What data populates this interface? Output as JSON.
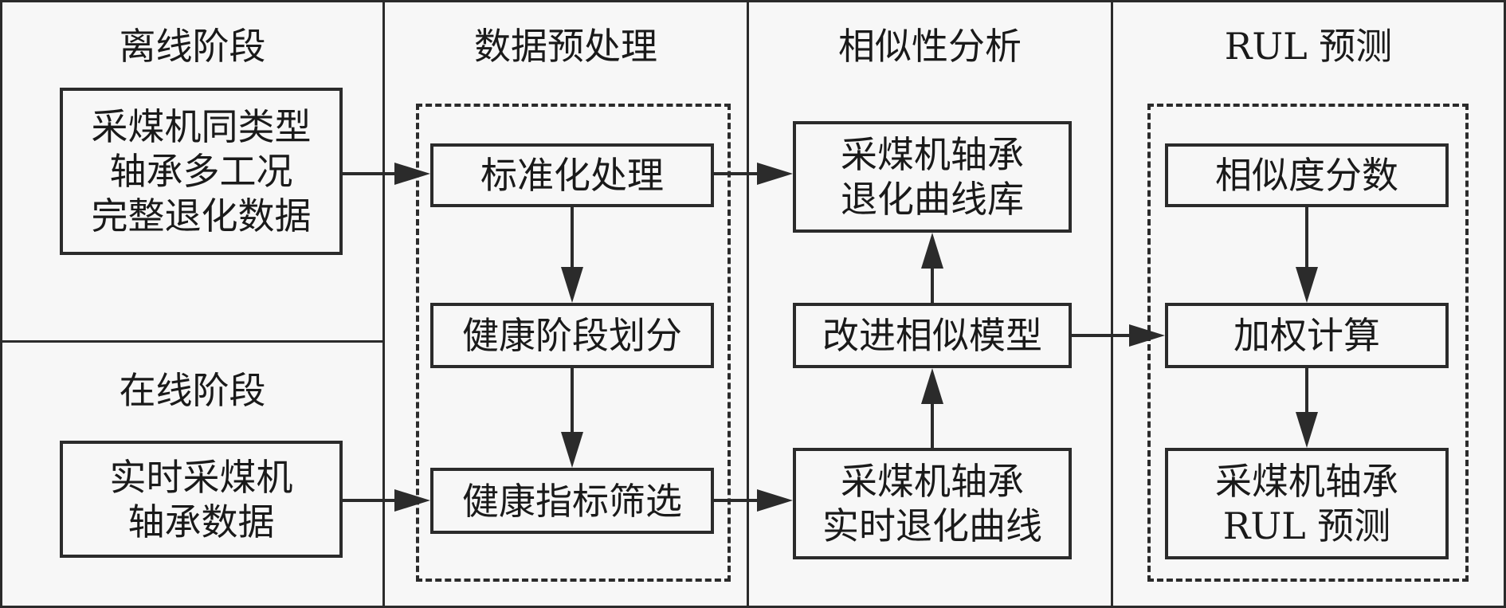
{
  "columns": {
    "offline": "离线阶段",
    "online": "在线阶段",
    "preprocess": "数据预处理",
    "similarity": "相似性分析",
    "rul": "RUL 预测"
  },
  "boxes": {
    "offline_data": "采煤机同类型\n轴承多工况\n完整退化数据",
    "online_data": "实时采煤机\n轴承数据",
    "standardize": "标准化处理",
    "health_stage": "健康阶段划分",
    "health_index": "健康指标筛选",
    "curve_library": "采煤机轴承\n退化曲线库",
    "improved_model": "改进相似模型",
    "realtime_curve": "采煤机轴承\n实时退化曲线",
    "similarity_score": "相似度分数",
    "weighted_calc": "加权计算",
    "rul_prediction": "采煤机轴承\nRUL 预测"
  }
}
